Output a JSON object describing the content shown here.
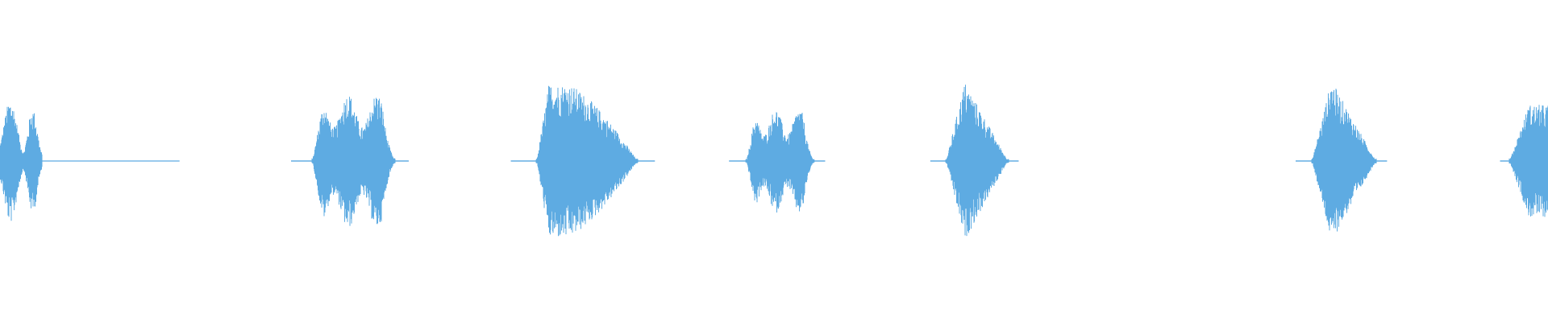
{
  "waveform": {
    "color": "#5eabe2",
    "background": "#ffffff",
    "view": {
      "start_fraction": 0.0,
      "end_fraction": 1.0
    },
    "segments": [
      {
        "label": "",
        "start": 0.0,
        "end": 0.027,
        "amplitude": 0.8,
        "shape": "double-hump"
      },
      {
        "label": "",
        "start": 0.188,
        "end": 0.264,
        "amplitude": 0.88,
        "shape": "plateau"
      },
      {
        "label": "",
        "start": 0.33,
        "end": 0.423,
        "amplitude": 1.0,
        "shape": "front-loaded"
      },
      {
        "label": "",
        "start": 0.471,
        "end": 0.533,
        "amplitude": 0.68,
        "shape": "plateau"
      },
      {
        "label": "",
        "start": 0.601,
        "end": 0.658,
        "amplitude": 1.03,
        "shape": "peak-decay"
      },
      {
        "label": "",
        "start": 0.837,
        "end": 0.896,
        "amplitude": 1.05,
        "shape": "peak-decay"
      },
      {
        "label": "",
        "start": 0.969,
        "end": 1.0,
        "amplitude": 0.73,
        "shape": "ramp-up"
      }
    ],
    "silence_lines": [
      {
        "start": 0.027,
        "end": 0.116
      },
      {
        "start": 0.188,
        "end": 0.264
      },
      {
        "start": 0.33,
        "end": 0.423
      },
      {
        "start": 0.471,
        "end": 0.533
      },
      {
        "start": 0.601,
        "end": 0.658
      },
      {
        "start": 0.837,
        "end": 0.896
      },
      {
        "start": 0.969,
        "end": 1.0
      }
    ]
  }
}
